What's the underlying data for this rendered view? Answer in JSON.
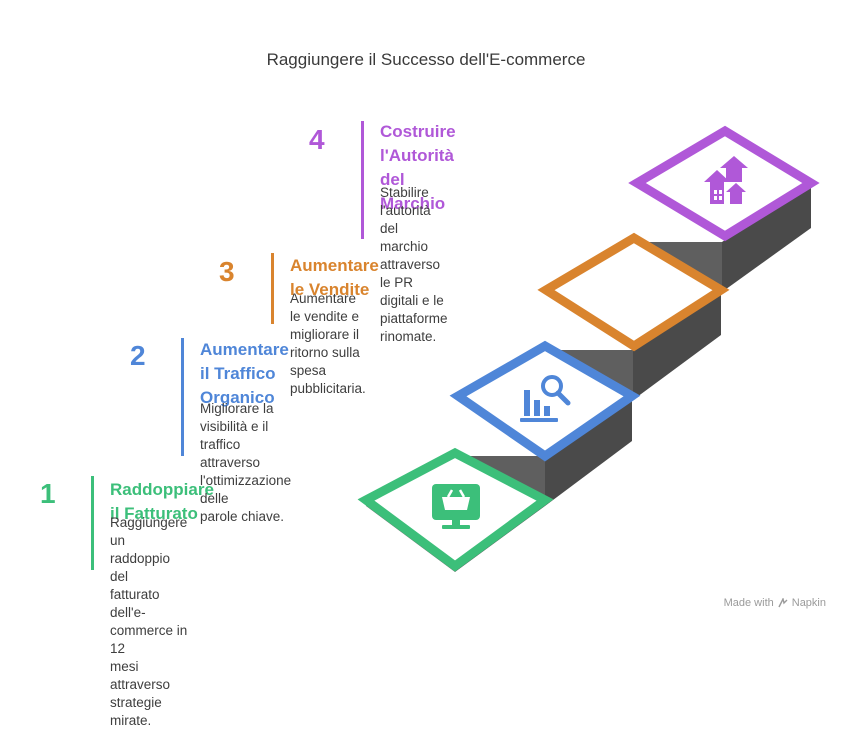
{
  "title": "Raggiungere il Successo dell'E-commerce",
  "footer": {
    "made_with": "Made with",
    "brand": "Napkin"
  },
  "colors": {
    "green": "#3cbf7a",
    "blue": "#4f86d8",
    "orange": "#d9842e",
    "purple": "#b058d8",
    "stair_front": "#5f5f5f",
    "stair_side": "#4a4a4a"
  },
  "steps": [
    {
      "number": "1",
      "title_lines": [
        "Raddoppiare il Fatturato"
      ],
      "desc_lines": [
        "Raggiungere un raddoppio del",
        "fatturato dell'e-commerce in 12",
        "mesi attraverso strategie mirate."
      ],
      "icon": "monitor-basket-icon"
    },
    {
      "number": "2",
      "title_lines": [
        "Aumentare il Traffico",
        "Organico"
      ],
      "desc_lines": [
        "Migliorare la visibilità e il traffico",
        "attraverso l'ottimizzazione delle",
        "parole chiave."
      ],
      "icon": "chart-search-icon"
    },
    {
      "number": "3",
      "title_lines": [
        "Aumentare le Vendite"
      ],
      "desc_lines": [
        "Aumentare le vendite e migliorare il",
        "ritorno sulla spesa pubblicitaria."
      ],
      "icon": "sales-icon"
    },
    {
      "number": "4",
      "title_lines": [
        "Costruire l'Autorità del",
        "Marchio"
      ],
      "desc_lines": [
        "Stabilire l'autorità del marchio",
        "attraverso le PR digitali e le",
        "piattaforme rinomate."
      ],
      "icon": "house-arrows-up-icon"
    }
  ]
}
